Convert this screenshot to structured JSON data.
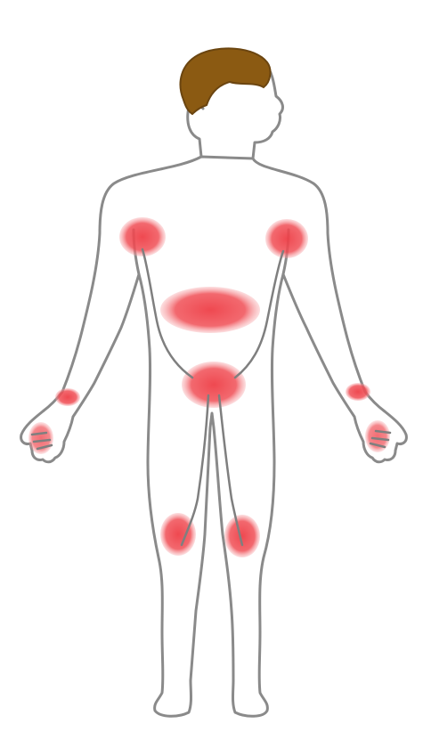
{
  "figure": {
    "subject": "human-body-outline-front-view",
    "colors": {
      "background": "#ffffff",
      "outline": "#8a8a8a",
      "hair": "#8b5a12",
      "hair_outline": "#6b4510",
      "highlight": "#f04e55",
      "highlight_glow": "#f7a2a6"
    },
    "highlighted_areas": [
      "left-shoulder",
      "right-shoulder",
      "abdomen",
      "pelvis",
      "left-knee",
      "right-knee",
      "left-wrist",
      "right-wrist",
      "left-hand",
      "right-hand"
    ]
  }
}
